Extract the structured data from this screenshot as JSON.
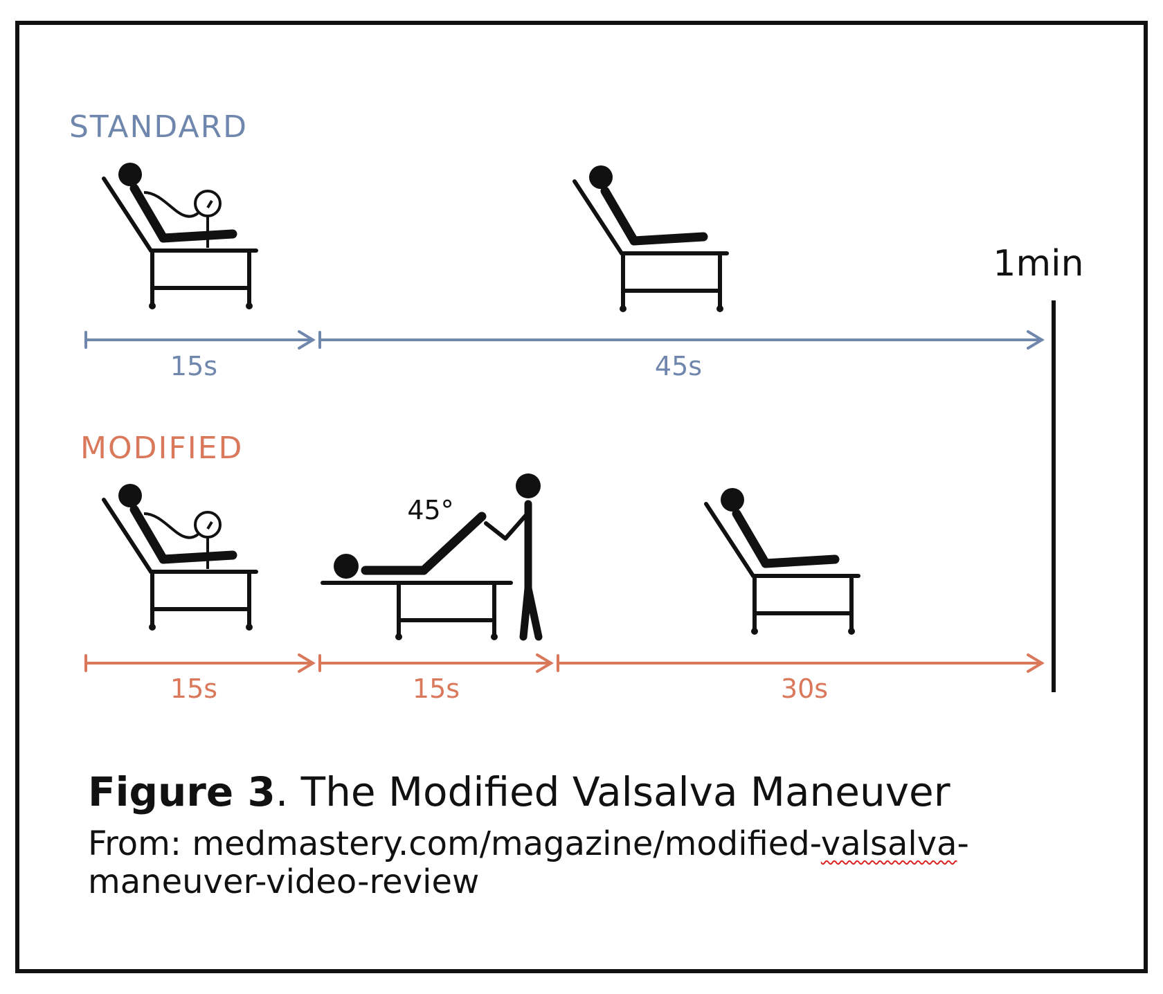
{
  "diagram": {
    "standard_label": "STANDARD",
    "modified_label": "MODIFIED",
    "end_label": "1min",
    "angle_label": "45°",
    "standard_durations": [
      "15s",
      "45s"
    ],
    "modified_durations": [
      "15s",
      "15s",
      "30s"
    ]
  },
  "caption": {
    "figure_number": "Figure 3",
    "title": ". The Modified Valsalva Maneuver",
    "source_line1_prefix": "From: medmastery.com/magazine/modified-",
    "source_line1_underlined": "valsalva",
    "source_line1_suffix": "-",
    "source_line2": "maneuver-video-review"
  },
  "colors": {
    "standard": "#6f87ad",
    "modified": "#d9785b",
    "ink": "#111111"
  }
}
